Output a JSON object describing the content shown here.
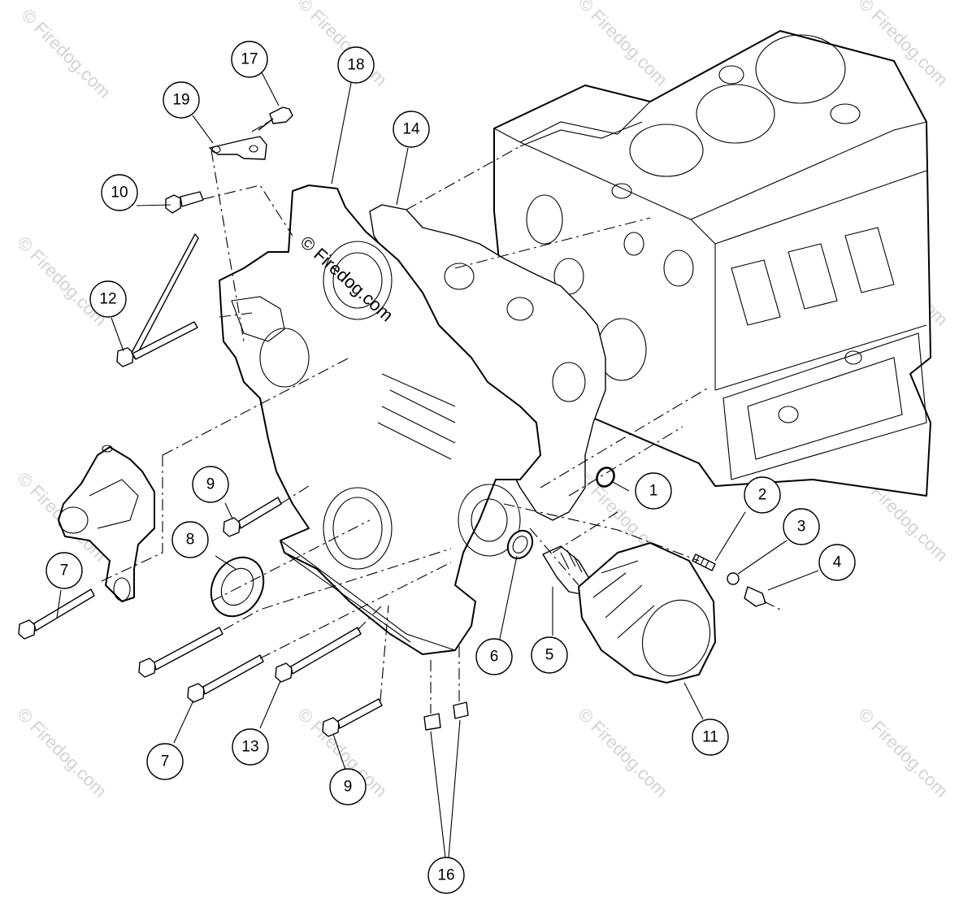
{
  "watermark": {
    "text": "© Firedog.com",
    "center_text": "© Firedog.com"
  },
  "callouts": [
    {
      "id": "c1",
      "label": "1"
    },
    {
      "id": "c2",
      "label": "2"
    },
    {
      "id": "c3",
      "label": "3"
    },
    {
      "id": "c4",
      "label": "4"
    },
    {
      "id": "c5",
      "label": "5"
    },
    {
      "id": "c6",
      "label": "6"
    },
    {
      "id": "c7a",
      "label": "7"
    },
    {
      "id": "c7b",
      "label": "7"
    },
    {
      "id": "c8",
      "label": "8"
    },
    {
      "id": "c9a",
      "label": "9"
    },
    {
      "id": "c9b",
      "label": "9"
    },
    {
      "id": "c10",
      "label": "10"
    },
    {
      "id": "c11",
      "label": "11"
    },
    {
      "id": "c12",
      "label": "12"
    },
    {
      "id": "c13",
      "label": "13"
    },
    {
      "id": "c14",
      "label": "14"
    },
    {
      "id": "c16",
      "label": "16"
    },
    {
      "id": "c17",
      "label": "17"
    },
    {
      "id": "c18",
      "label": "18"
    },
    {
      "id": "c19",
      "label": "19"
    }
  ]
}
